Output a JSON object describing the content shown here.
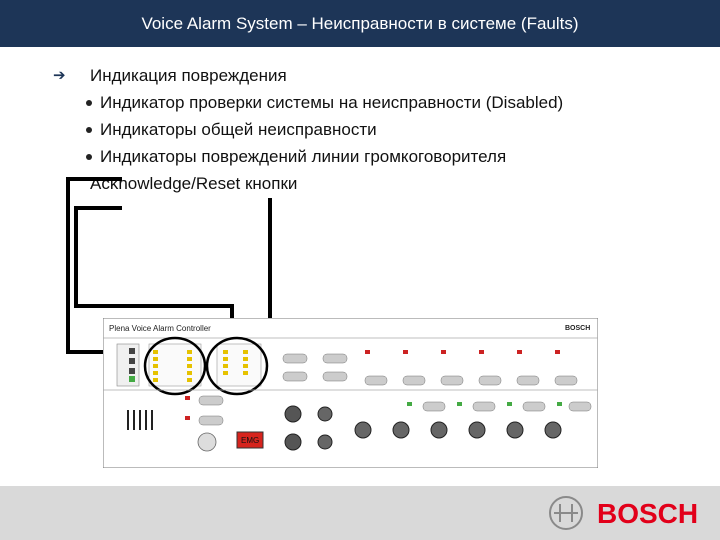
{
  "header": {
    "title": "Voice Alarm System – Неисправности в системе (Faults)"
  },
  "content": {
    "main": "Индикация повреждения",
    "bullets": [
      "Индикатор проверки системы на неисправности (Disabled)",
      "Индикаторы общей неисправности",
      "Индикаторы повреждений линии громкоговорителя"
    ],
    "extra": "Acknowledge/Reset кнопки"
  },
  "panel": {
    "title": "Plena Voice Alarm Controller",
    "brand": "BOSCH",
    "emg_label": "EMG"
  },
  "footer": {
    "brand": "BOSCH"
  },
  "colors": {
    "title_bg": "#1d3557",
    "brand_red": "#e2001a",
    "footer_bg": "#d9d9d9"
  }
}
